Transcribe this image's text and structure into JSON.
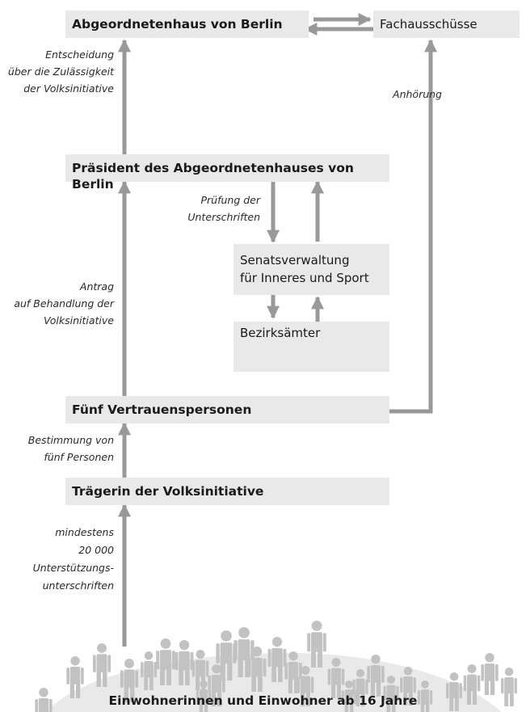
{
  "nodes": {
    "parliament": "Abgeordnetenhaus von Berlin",
    "committees": "Fachausschüsse",
    "president": "Präsident des Abgeordnetenhauses von Berlin",
    "senate_line1": "Senatsverwaltung",
    "senate_line2": "für Inneres und Sport",
    "districts": "Bezirksämter",
    "trustees": "Fünf Vertrauenspersonen",
    "sponsor": "Trägerin der Volksinitiative",
    "citizens": "Einwohnerinnen und Einwohner ab 16 Jahre"
  },
  "labels": {
    "decision": [
      "Entscheidung",
      "über die Zulässigkeit",
      "der Volksinitiative"
    ],
    "hearing": [
      "Anhörung"
    ],
    "signature_check": [
      "Prüfung der",
      "Unterschriften"
    ],
    "application": [
      "Antrag",
      "auf Behandlung der",
      "Volksinitiative"
    ],
    "appointment": [
      "Bestimmung von",
      "fünf Personen"
    ],
    "minimum": [
      "mindestens",
      "20 000",
      "Unterstützungs-",
      "unterschriften"
    ]
  },
  "colors": {
    "box": "#e9e9e9",
    "arrow": "#999999",
    "crowd": "#c2c2c2",
    "ground": "#e9e9e9"
  }
}
